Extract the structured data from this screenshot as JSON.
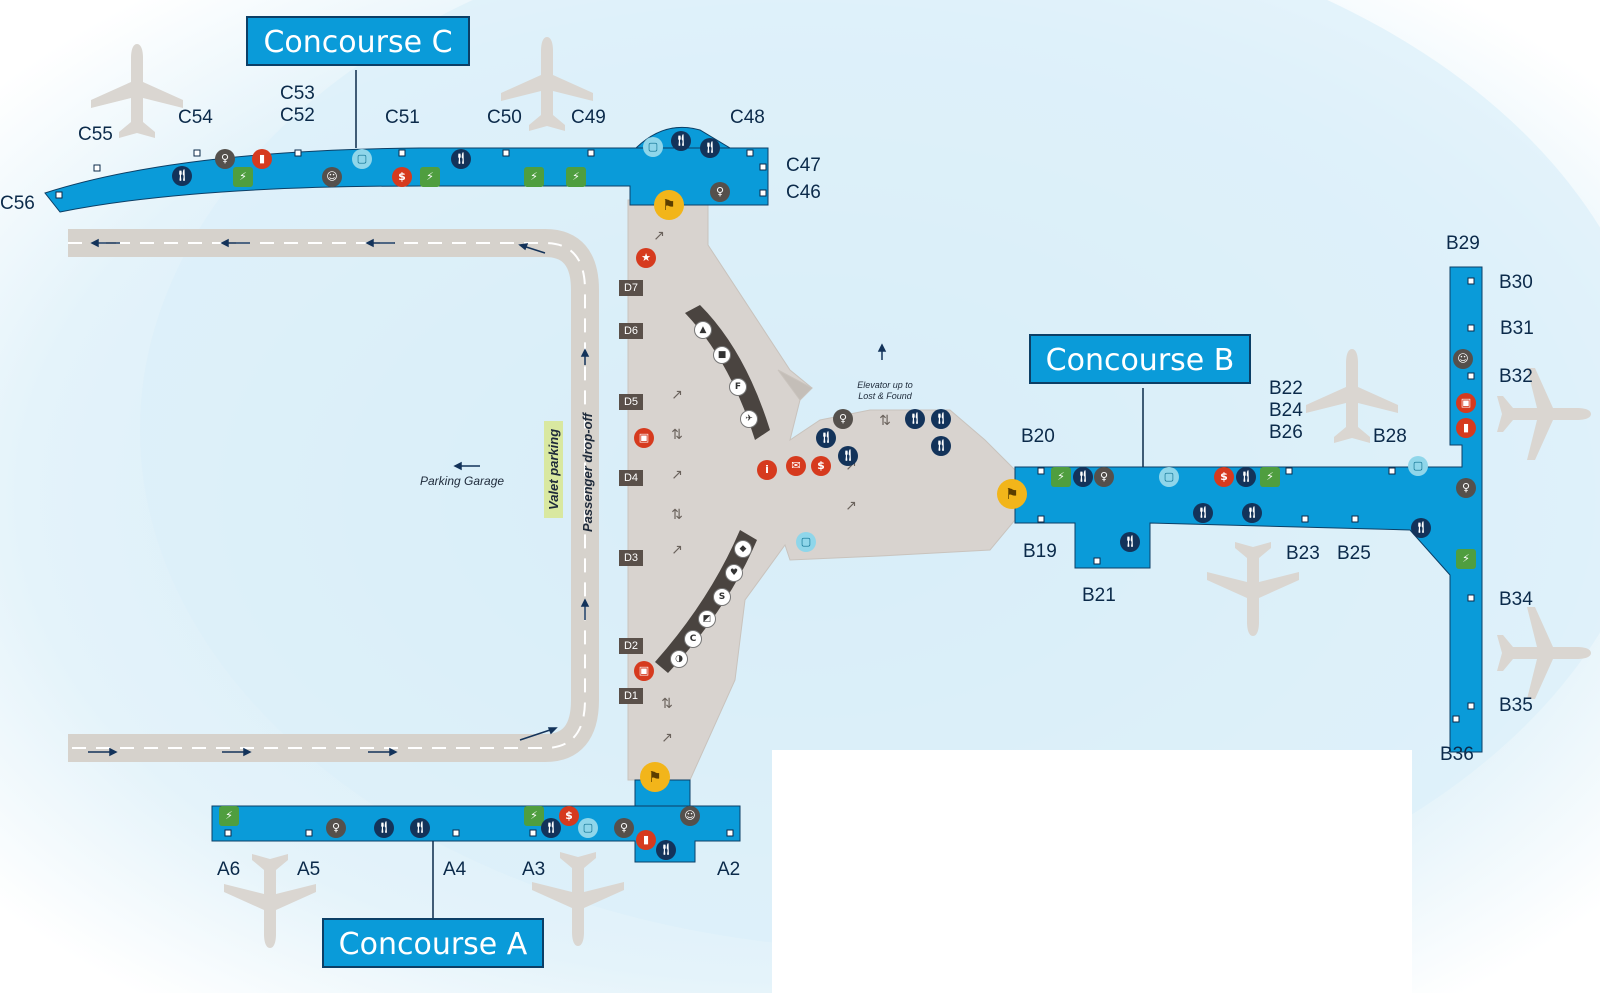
{
  "concourses": {
    "c": "Concourse C",
    "b": "Concourse B",
    "a": "Concourse A"
  },
  "gates": {
    "C56": "C56",
    "C55": "C55",
    "C54": "C54",
    "C53": "C53",
    "C52": "C52",
    "C51": "C51",
    "C50": "C50",
    "C49": "C49",
    "C48": "C48",
    "C47": "C47",
    "C46": "C46",
    "B19": "B19",
    "B20": "B20",
    "B21": "B21",
    "B22": "B22",
    "B23": "B23",
    "B24": "B24",
    "B25": "B25",
    "B26": "B26",
    "B28": "B28",
    "B29": "B29",
    "B30": "B30",
    "B31": "B31",
    "B32": "B32",
    "B34": "B34",
    "B35": "B35",
    "B36": "B36",
    "A2": "A2",
    "A3": "A3",
    "A4": "A4",
    "A5": "A5",
    "A6": "A6"
  },
  "doors": {
    "D1": "D1",
    "D2": "D2",
    "D3": "D3",
    "D4": "D4",
    "D5": "D5",
    "D6": "D6",
    "D7": "D7"
  },
  "notes": {
    "parking_garage": "Parking Garage",
    "valet_parking": "Valet parking",
    "passenger_dropoff": "Passenger drop-off",
    "elevator": "Elevator up to Lost & Found"
  },
  "colors": {
    "concourse_blue": "#0a9bd9",
    "concourse_border": "#0c3f66",
    "terminal_floor": "#d8d3cf",
    "road": "#d6d2cc",
    "water_bg": "#dff1fa",
    "dining": "#13335a",
    "restroom": "#55504c",
    "currency_exchange": "#d63a1e",
    "retail": "#8fd6ea",
    "charging": "#4f9e3f",
    "security": "#f2b51a"
  },
  "icon_types": [
    "dining-icon",
    "restroom-icon",
    "currency-exchange-icon",
    "retail-bag-icon",
    "charging-station-icon",
    "fire-extinguisher-icon",
    "security-checkpoint-icon",
    "escalator-icon",
    "elevator-icon",
    "information-icon",
    "airline-logo-icon",
    "family-restroom-icon",
    "star-icon",
    "ground-transport-icon"
  ]
}
